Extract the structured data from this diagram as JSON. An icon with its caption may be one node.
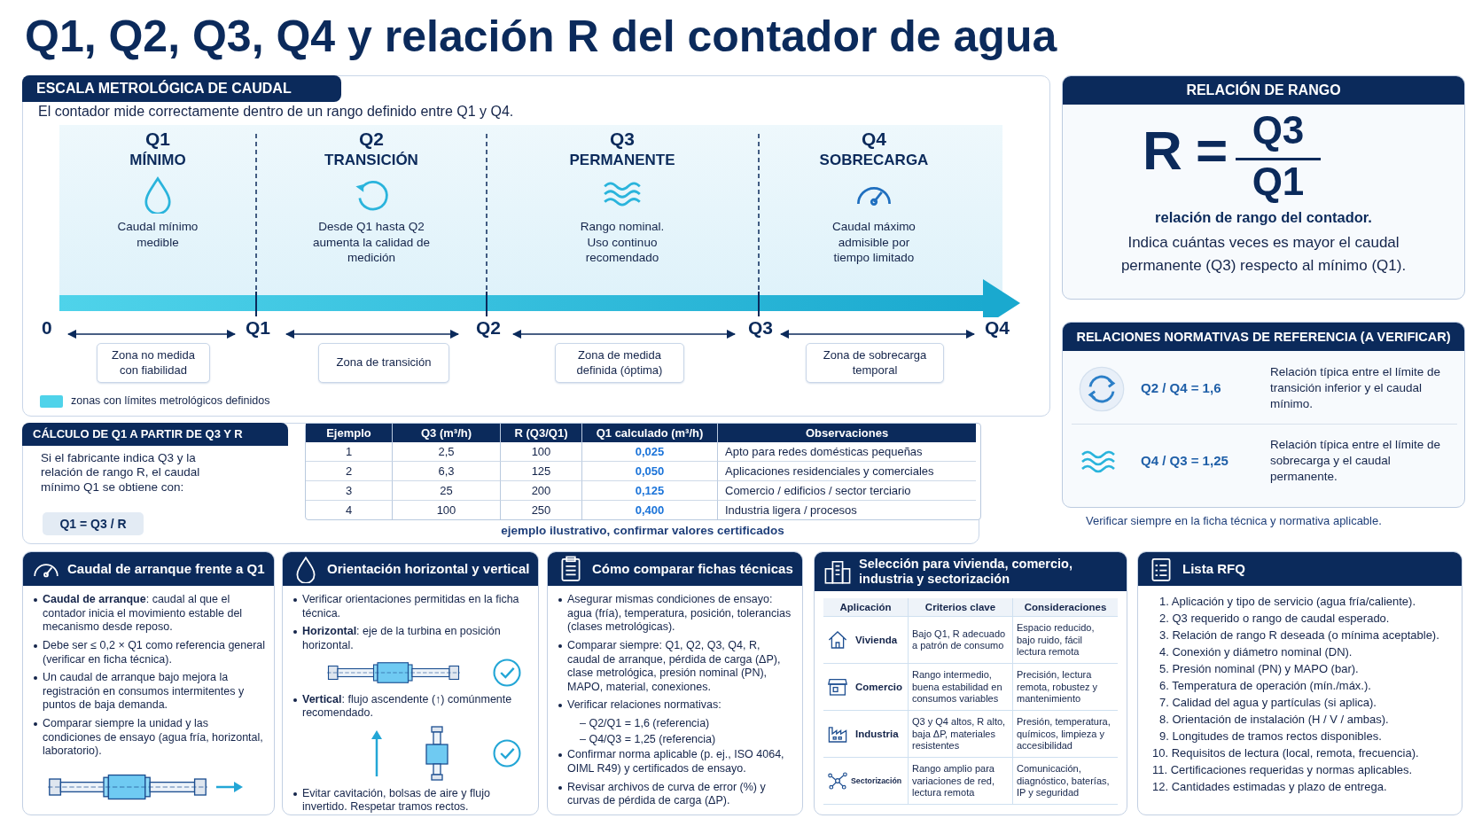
{
  "diagram": {
    "title": "Q1, Q2, Q3, Q4 y relación R del contador de agua",
    "nodes": [
      {
        "text": [
          "ESCALA METROLÓGICA DE CAUDAL",
          "El contador mide correctamente dentro de un rango definido entre Q1 y Q4."
        ]
      },
      {
        "text": [
          "Q1",
          "MÍNIMO",
          "Caudal mínimo medible"
        ],
        "in": 0
      },
      {
        "text": [
          "Q2",
          "TRANSICIÓN",
          "Desde Q1 hasta Q2 aumenta la calidad de medición"
        ],
        "in": 0
      },
      {
        "text": [
          "Q3",
          "PERMANENTE",
          "Rango nominal. Uso continuo recomendado"
        ],
        "in": 0
      },
      {
        "text": [
          "Q4",
          "SOBRECARGA",
          "Caudal máximo admisible por tiempo limitado"
        ],
        "in": 0
      },
      {
        "text": [
          "Zona no medida con fiabilidad"
        ],
        "in": 0
      },
      {
        "text": [
          "Zona de transición"
        ],
        "in": 0
      },
      {
        "text": [
          "Zona de medida definida (óptima)"
        ],
        "in": 0
      },
      {
        "text": [
          "Zona de sobrecarga temporal"
        ],
        "in": 0
      },
      {
        "text": [
          "RELACIÓN DE RANGO",
          "R",
          "=",
          "Q3",
          "Q1",
          "relación de rango del contador.",
          "Indica cuántas veces es mayor el caudal permanente (Q3) respecto al mínimo (Q1)."
        ]
      },
      {
        "text": [
          "RELACIONES NORMATIVAS DE REFERENCIA (A VERIFICAR)"
        ]
      },
      {
        "text": [
          "Q2 / Q4 = 1,6",
          "Relación típica entre el límite de transición inferior y el caudal mínimo."
        ],
        "in": 10
      },
      {
        "text": [
          "Q4 / Q3 = 1,25",
          "Relación típica entre el límite de sobrecarga y el caudal permanente."
        ],
        "in": 10
      },
      {
        "text": [
          "CÁLCULO DE Q1 A PARTIR DE Q3 Y R",
          "Si el fabricante indica Q3 y la relación de rango R, el caudal mínimo Q1 se obtiene con:"
        ]
      },
      {
        "text": [
          "Q1 = Q3 / R"
        ],
        "in": 13
      },
      {
        "text": [
          "Caudal de arranque frente a Q1",
          "**Caudal de arranque**: caudal al que el contador inicia el movimiento estable del mecanismo desde reposo.",
          "Debe ser ≤ 0,2 × Q1 como referencia general (verificar en ficha técnica).",
          "Un caudal de arranque bajo mejora la registración en consumos intermitentes y puntos de baja demanda.",
          "Comparar siempre la unidad y las condiciones de ensayo (agua fría, horizontal, laboratorio)."
        ]
      },
      {
        "text": [
          "Orientación horizontal y vertical",
          "Verificar orientaciones permitidas en la ficha técnica.",
          "**Horizontal**: eje de la turbina en posición horizontal.",
          "**Vertical**: flujo ascendente (↑) comúnmente recomendado.",
          "Evitar cavitación, bolsas de aire y flujo invertido. Respetar tramos rectos."
        ]
      },
      {
        "text": [
          "Cómo comparar fichas técnicas",
          "Asegurar mismas condiciones de ensayo: agua (fría), temperatura, posición, tolerancias (clases metrológicas).",
          "Comparar siempre: Q1, Q2, Q3, Q4, R, caudal de arranque, pérdida de carga (ΔP), clase metrológica, presión nominal (PN), MAPO, material, conexiones.",
          "Verificar relaciones normativas:",
          "– Q2/Q1 = 1,6 (referencia)",
          "– Q4/Q3 = 1,25 (referencia)",
          "Confirmar norma aplicable (p. ej., ISO 4064, OIML R49) y certificados de ensayo.",
          "Revisar archivos de curva de error (%) y curvas de pérdida de carga (ΔP)."
        ]
      },
      {
        "text": [
          "Selección para vivienda, comercio, industria y sectorización",
          "Aplicación",
          "Criterios clave",
          "Consideraciones",
          "Vivienda",
          "Bajo Q1, R adecuado a patrón de consumo",
          "Espacio reducido, bajo ruido, fácil lectura remota",
          "Comercio",
          "Rango intermedio, buena estabilidad en consumos variables",
          "Precisión, lectura remota, robustez y mantenimiento",
          "Industria",
          "Q3 y Q4 altos, R alto, baja ΔP, materiales resistentes",
          "Presión, temperatura, químicos, limpieza y accesibilidad",
          "Sectorización",
          "Rango amplio para variaciones de red, lectura remota",
          "Comunicación, diagnóstico, baterías, IP y seguridad"
        ]
      },
      {
        "text": [
          "Lista RFQ",
          "1. Aplicación y tipo de servicio (agua fría/caliente).",
          "2. Q3 requerido o rango de caudal esperado.",
          "3. Relación de rango R deseada (o mínima aceptable).",
          "4. Conexión y diámetro nominal (DN).",
          "5. Presión nominal (PN) y MAPO (bar).",
          "6. Temperatura de operación (mín./máx.).",
          "7. Calidad del agua y partículas (si aplica).",
          "8. Orientación de instalación (H / V / ambas).",
          "9. Longitudes de tramos rectos disponibles.",
          "10. Requisitos de lectura (local, remota, frecuencia).",
          "11. Certificaciones requeridas y normas aplicables.",
          "12. Cantidades estimadas y plazo de entrega."
        ]
      }
    ],
    "labels": [
      "0",
      "Q1",
      "Q2",
      "Q3",
      "Q4",
      "Ejemplo",
      "Q3 (m³/h)",
      "R (Q3/Q1)",
      "Q1 calculado (m³/h)",
      "Observaciones",
      "1",
      "2,5",
      "100",
      "0,025",
      "Apto para redes domésticas pequeñas",
      "2",
      "6,3",
      "125",
      "0,050",
      "Aplicaciones residenciales y comerciales",
      "3",
      "25",
      "200",
      "0,125",
      "Comercio / edificios / sector terciario",
      "4",
      "100",
      "250",
      "0,400",
      "Industria ligera / procesos",
      "ejemplo ilustrativo, confirmar valores certificados",
      "Verificar siempre en la ficha técnica y normativa aplicable."
    ],
    "legend": [
      {
        "text": "zonas con límites metrológicos definidos",
        "color": "#4fd3ea"
      }
    ]
  }
}
